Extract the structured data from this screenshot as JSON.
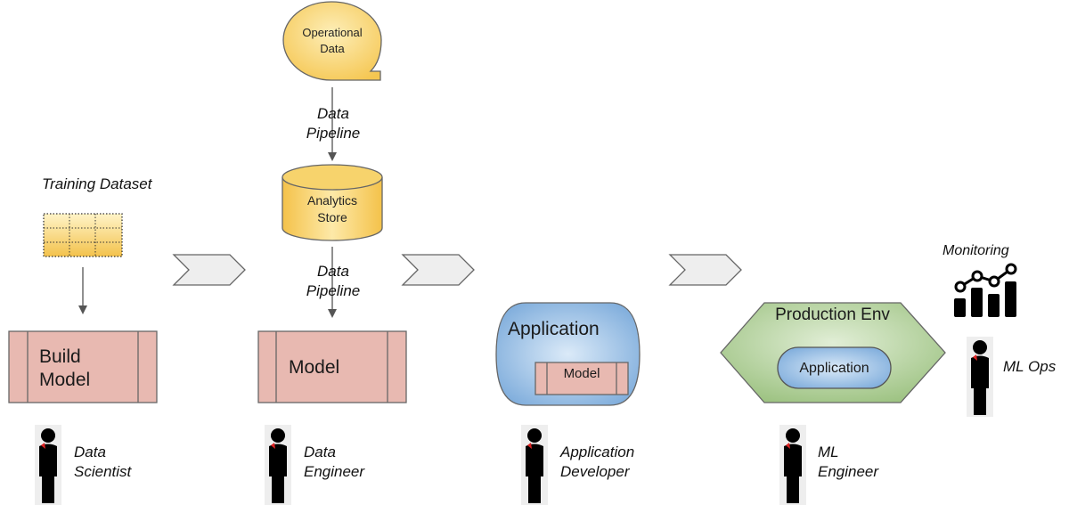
{
  "diagram": {
    "stages": [
      {
        "input_label": "Training Dataset",
        "box_label_line1": "Build",
        "box_label_line2": "Model",
        "role_line1": "Data",
        "role_line2": "Scientist"
      },
      {
        "source_label_line1": "Operational",
        "source_label_line2": "Data",
        "pipeline1_line1": "Data",
        "pipeline1_line2": "Pipeline",
        "store_label_line1": "Analytics",
        "store_label_line2": "Store",
        "pipeline2_line1": "Data",
        "pipeline2_line2": "Pipeline",
        "box_label": "Model",
        "role_line1": "Data",
        "role_line2": "Engineer"
      },
      {
        "container_label": "Application",
        "inner_label": "Model",
        "role_line1": "Application",
        "role_line2": "Developer"
      },
      {
        "container_label": "Production Env",
        "inner_label": "Application",
        "role_line1": "ML",
        "role_line2": "Engineer"
      },
      {
        "monitor_label": "Monitoring",
        "monitor_icon": "chart-line-bars-icon",
        "role_label": "ML Ops"
      }
    ],
    "colors": {
      "yellow_fill": "#f7cd5e",
      "pink_fill": "#e8b9b1",
      "blue_fill": "#8ab6e0",
      "green_fill": "#a9ca8e",
      "chevron_fill": "#eeeeee",
      "outline": "#666666"
    }
  }
}
